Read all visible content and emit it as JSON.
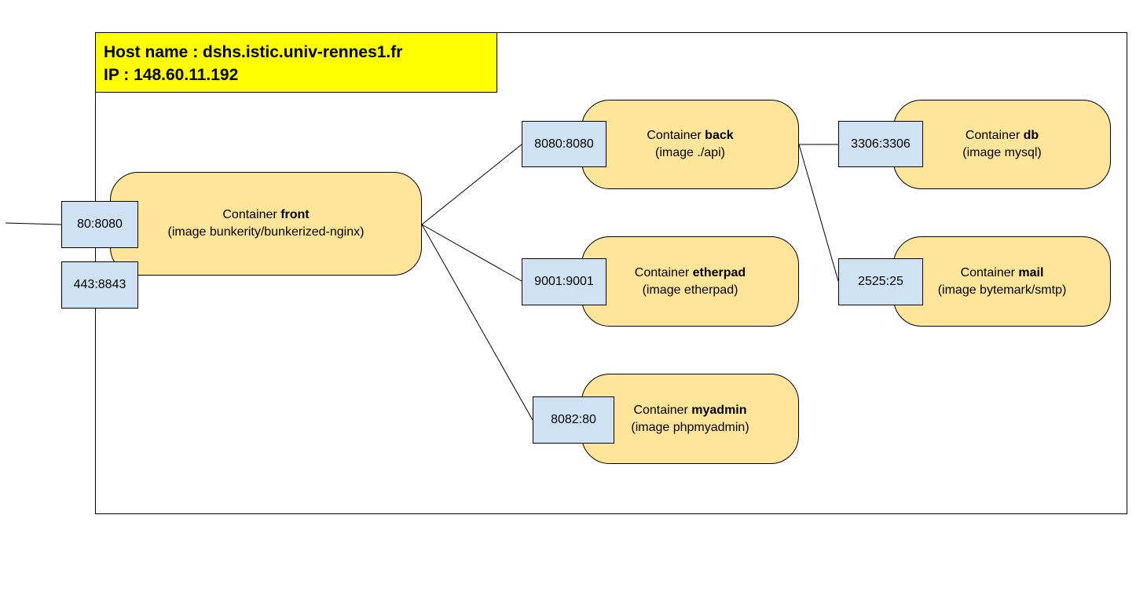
{
  "host": {
    "name_line": "Host name : dshs.istic.univ-rennes1.fr",
    "ip_line": "IP : 148.60.11.192"
  },
  "containers": {
    "front": {
      "prefix": "Container ",
      "name": "front",
      "image": "(image bunkerity/bunkerized-nginx)"
    },
    "back": {
      "prefix": "Container ",
      "name": "back",
      "image": "(image ./api)"
    },
    "etherpad": {
      "prefix": "Container ",
      "name": "etherpad",
      "image": "(image etherpad)"
    },
    "myadmin": {
      "prefix": "Container ",
      "name": "myadmin",
      "image": "(image phpmyadmin)"
    },
    "db": {
      "prefix": "Container ",
      "name": "db",
      "image": "(image mysql)"
    },
    "mail": {
      "prefix": "Container ",
      "name": "mail",
      "image": "(image bytemark/smtp)"
    }
  },
  "ports": {
    "front_http": "80:8080",
    "front_https": "443:8843",
    "back": "8080:8080",
    "etherpad": "9001:9001",
    "myadmin": "8082:80",
    "db": "3306:3306",
    "mail": "2525:25"
  },
  "colors": {
    "host_header": "#ffff00",
    "container_fill": "#ffe599",
    "port_fill": "#cfe2f3"
  }
}
